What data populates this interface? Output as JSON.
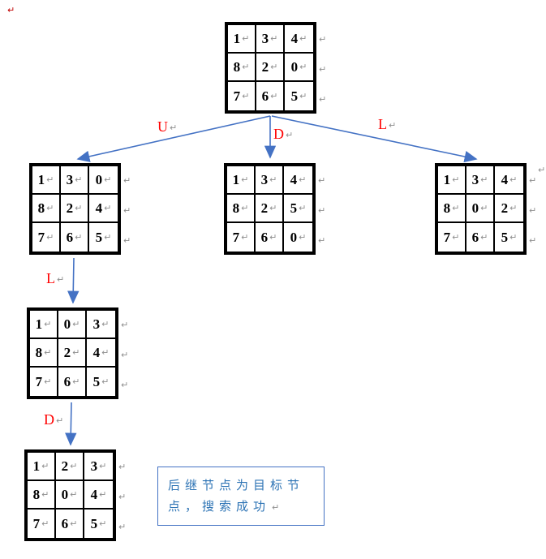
{
  "symbols": {
    "pilcrow": "↵"
  },
  "colors": {
    "arrow_blue": "#4472c4",
    "move_red": "#ff0000",
    "callout_blue": "#2e74b5",
    "mark_gray": "#8f8f8f",
    "grid_border": "#000000"
  },
  "nodes": {
    "root": {
      "cells": [
        [
          "1",
          "3",
          "4"
        ],
        [
          "8",
          "2",
          "0"
        ],
        [
          "7",
          "6",
          "5"
        ]
      ]
    },
    "child_u": {
      "cells": [
        [
          "1",
          "3",
          "0"
        ],
        [
          "8",
          "2",
          "4"
        ],
        [
          "7",
          "6",
          "5"
        ]
      ]
    },
    "child_d": {
      "cells": [
        [
          "1",
          "3",
          "4"
        ],
        [
          "8",
          "2",
          "5"
        ],
        [
          "7",
          "6",
          "0"
        ]
      ]
    },
    "child_l": {
      "cells": [
        [
          "1",
          "3",
          "4"
        ],
        [
          "8",
          "0",
          "2"
        ],
        [
          "7",
          "6",
          "5"
        ]
      ]
    },
    "grand_l": {
      "cells": [
        [
          "1",
          "0",
          "3"
        ],
        [
          "8",
          "2",
          "4"
        ],
        [
          "7",
          "6",
          "5"
        ]
      ]
    },
    "goal_d": {
      "cells": [
        [
          "1",
          "2",
          "3"
        ],
        [
          "8",
          "0",
          "4"
        ],
        [
          "7",
          "6",
          "5"
        ]
      ]
    }
  },
  "edges": {
    "u": {
      "label": "U"
    },
    "d": {
      "label": "D"
    },
    "l": {
      "label": "L"
    },
    "l2": {
      "label": "L"
    },
    "d2": {
      "label": "D"
    }
  },
  "callout": {
    "line1": "后继节点为目标节",
    "line2": "点，搜索成功"
  }
}
